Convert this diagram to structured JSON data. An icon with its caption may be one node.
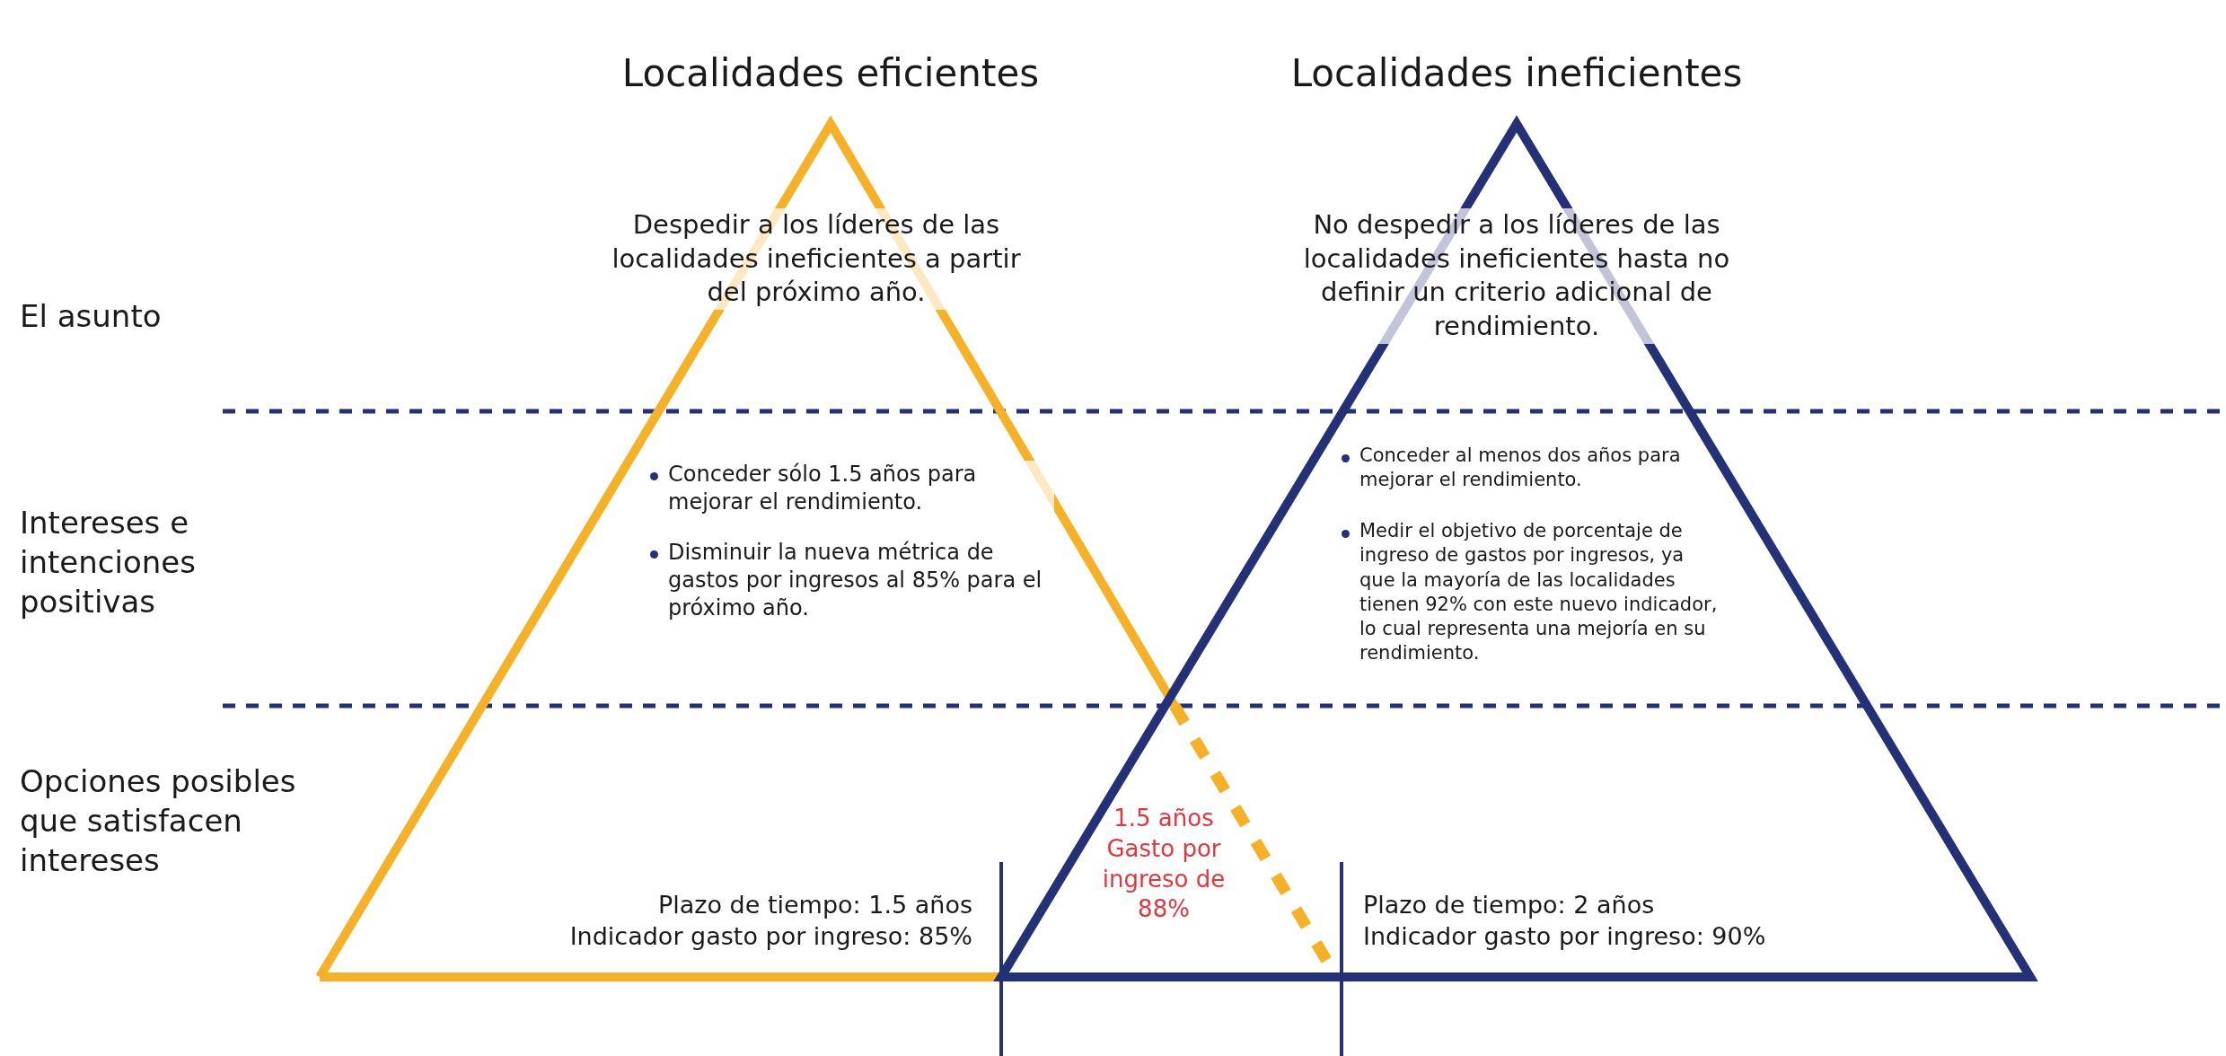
{
  "diagram": {
    "nodes": [
      {
        "text": [
          "Localidades eficientes",
          "Despedir a los líderes de las localidades ineficientes a partir del próximo año.",
          "Conceder sólo 1.5 años para mejorar el rendimiento.",
          "Disminuir la nueva métrica de gastos por ingresos al 85% para el próximo año.",
          "Plazo de tiempo: 1.5 años",
          "Indicador gasto por ingreso: 85%"
        ]
      },
      {
        "text": [
          "Localidades ineficientes",
          "No despedir a los líderes de las localidades ineficientes hasta no definir un criterio adicional de rendimiento.",
          "Conceder al menos dos años para mejorar el rendimiento.",
          "Medir el objetivo de porcentaje de ingreso de gastos por ingresos, ya que la mayoría de las localidades tienen 92% con este nuevo indicador, lo cual representa una mejoría en su rendimiento.",
          "Plazo de tiempo: 2 años",
          "Indicador gasto por ingreso: 90%"
        ]
      }
    ],
    "labels": [
      "El asunto",
      "Intereses e intenciones positivas",
      "Opciones posibles que satisfacen intereses",
      "1.5 años Gasto por ingreso de 88%"
    ]
  }
}
